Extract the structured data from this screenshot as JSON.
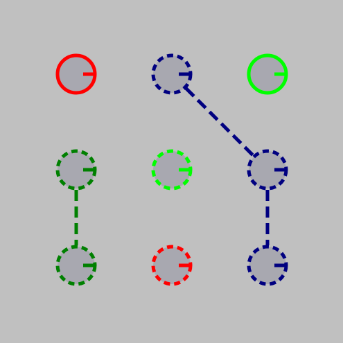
{
  "board": {
    "background": "#c0c0c0",
    "node_fill": "#a8a8b0",
    "rows": 3,
    "cols": 3
  },
  "nodes": [
    {
      "id": "r1c1",
      "row": 1,
      "col": 1,
      "color": "#ff0000",
      "style": "solid"
    },
    {
      "id": "r1c2",
      "row": 1,
      "col": 2,
      "color": "#000080",
      "style": "dashed"
    },
    {
      "id": "r1c3",
      "row": 1,
      "col": 3,
      "color": "#00ff00",
      "style": "solid"
    },
    {
      "id": "r2c1",
      "row": 2,
      "col": 1,
      "color": "#008000",
      "style": "dashed"
    },
    {
      "id": "r2c2",
      "row": 2,
      "col": 2,
      "color": "#00ff00",
      "style": "dashed"
    },
    {
      "id": "r2c3",
      "row": 2,
      "col": 3,
      "color": "#000080",
      "style": "dashed"
    },
    {
      "id": "r3c1",
      "row": 3,
      "col": 1,
      "color": "#008000",
      "style": "dashed"
    },
    {
      "id": "r3c2",
      "row": 3,
      "col": 2,
      "color": "#ff0000",
      "style": "dashed"
    },
    {
      "id": "r3c3",
      "row": 3,
      "col": 3,
      "color": "#000080",
      "style": "dashed"
    }
  ],
  "links": [
    {
      "from": "r1c2",
      "to": "r2c3",
      "color": "#000080"
    },
    {
      "from": "r2c3",
      "to": "r3c3",
      "color": "#000080"
    },
    {
      "from": "r2c1",
      "to": "r3c1",
      "color": "#008000"
    }
  ]
}
